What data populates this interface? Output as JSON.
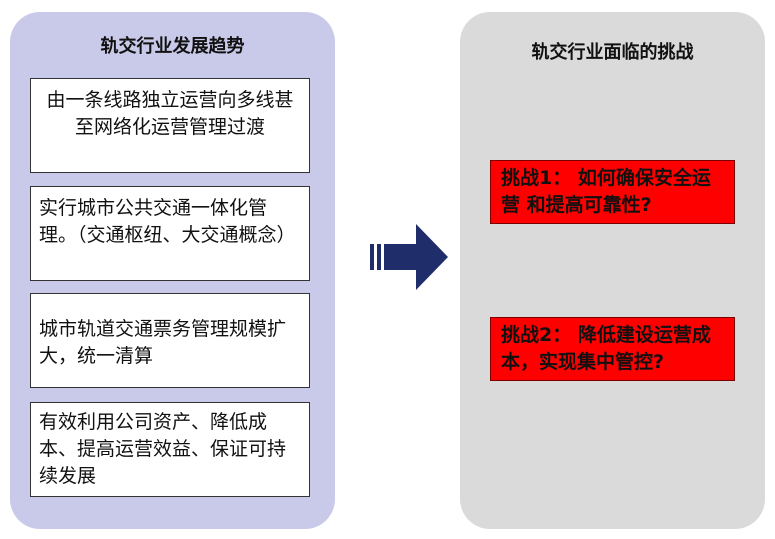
{
  "left_panel": {
    "title": "轨交行业发展趋势",
    "items": [
      "由一条线路独立运营向多线甚至网络化运营管理过渡",
      "实行城市公共交通一体化管理。（交通枢纽、大交通概念）",
      "城市轨道交通票务管理规模扩大，统一清算",
      "有效利用公司资产、降低成本、提高运营效益、保证可持续发展"
    ]
  },
  "right_panel": {
    "title": "轨交行业面临的挑战",
    "challenges": [
      "挑战1： 如何确保安全运营 和提高可靠性?",
      "挑战2： 降低建设运营成本，实现集中管控?"
    ]
  },
  "colors": {
    "left_panel_bg": "#c9c9ea",
    "right_panel_bg": "#dadada",
    "challenge_bg": "#ff0000",
    "arrow": "#1f2d6b"
  },
  "icons": {
    "arrow": "right-arrow-icon"
  }
}
